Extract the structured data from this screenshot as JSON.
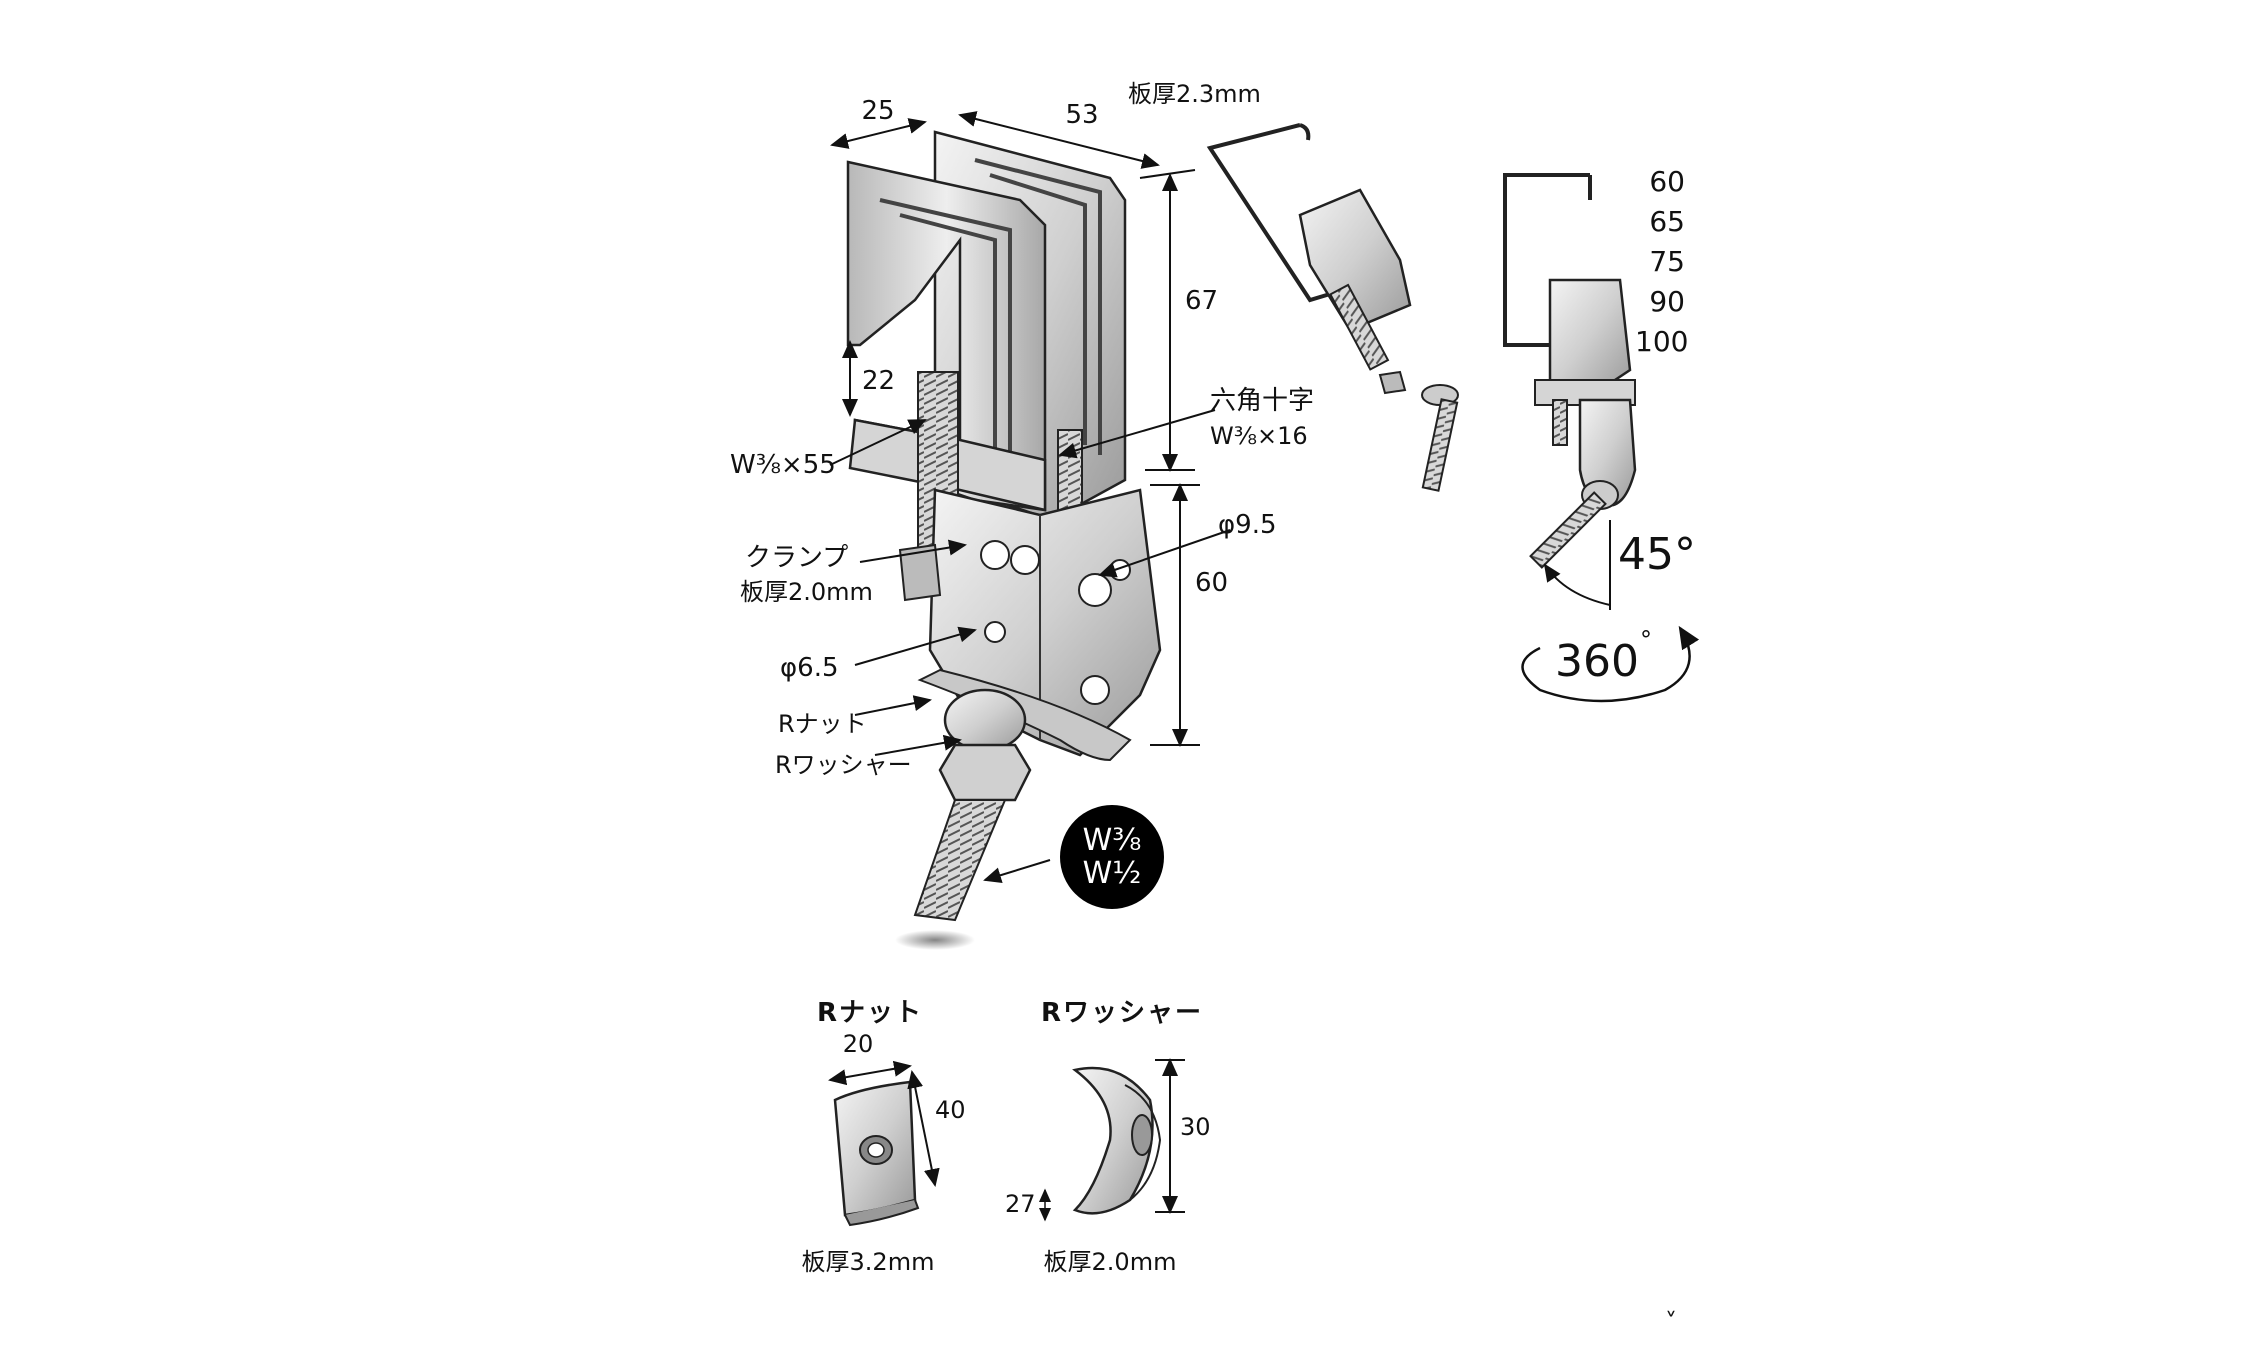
{
  "main": {
    "dim_width": "25",
    "dim_length": "53",
    "plate_thickness_top": "板厚2.3mm",
    "dim_height_top": "67",
    "dim_22": "22",
    "bolt_label": "W⅜×55",
    "hex_cross_label_1": "六角十字",
    "hex_cross_label_2": "W⅜×16",
    "hole_large": "φ9.5",
    "clamp_label_1": "クランプ",
    "clamp_label_2": "板厚2.0mm",
    "dim_height_bottom": "60",
    "hole_small": "φ6.5",
    "r_nut": "Rナット",
    "r_washer": "Rワッシャー",
    "rod_size_1": "W⅜",
    "rod_size_2": "W½"
  },
  "beam_heights": [
    "60",
    "65",
    "75",
    "90",
    "100"
  ],
  "angle_tilt": "45°",
  "angle_rotate": "360",
  "angle_rotate_deg": "°",
  "parts": {
    "nut": {
      "title": "Rナット",
      "width": "20",
      "height": "40",
      "thickness": "板厚3.2mm"
    },
    "washer": {
      "title": "Rワッシャー",
      "height": "30",
      "depth": "27",
      "thickness": "板厚2.0mm"
    }
  },
  "footer_mark": "˅"
}
